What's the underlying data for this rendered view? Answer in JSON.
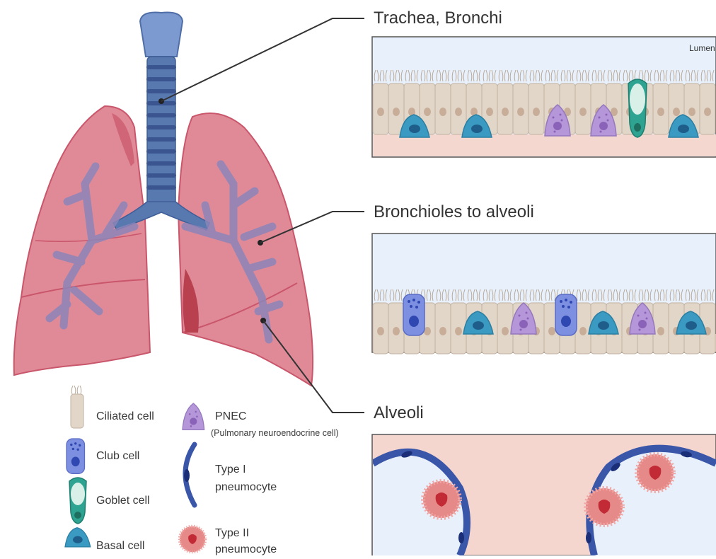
{
  "sections": [
    {
      "id": "trachea",
      "title": "Trachea, Bronchi",
      "lumen_label": "Lumen"
    },
    {
      "id": "bronchioles",
      "title": "Bronchioles to alveoli"
    },
    {
      "id": "alveoli",
      "title": "Alveoli"
    }
  ],
  "legend": [
    {
      "id": "ciliated",
      "label": "Ciliated cell",
      "label2": "",
      "icon": "ciliated-cell-icon"
    },
    {
      "id": "club",
      "label": "Club cell",
      "label2": "",
      "icon": "club-cell-icon"
    },
    {
      "id": "goblet",
      "label": "Goblet cell",
      "label2": "",
      "icon": "goblet-cell-icon"
    },
    {
      "id": "basal",
      "label": "Basal cell",
      "label2": "",
      "icon": "basal-cell-icon"
    },
    {
      "id": "pnec",
      "label": "PNEC",
      "label2": "(Pulmonary neuroendocrine cell)",
      "icon": "pnec-icon"
    },
    {
      "id": "type1",
      "label": "Type I",
      "label2": "pneumocyte",
      "icon": "type-1-pneumocyte-icon"
    },
    {
      "id": "type2",
      "label": "Type II",
      "label2": "pneumocyte",
      "icon": "type-2-pneumocyte-icon"
    }
  ],
  "colors": {
    "lung": "#e08a98",
    "lung_dark": "#c9566a",
    "trachea": "#5878b0",
    "bronchi_tree": "#8c85b8",
    "lumen": "#e8f1fb",
    "basement": "#f4d8d0",
    "ciliated": "#e2d6c8",
    "club": "#7d8fe0",
    "goblet": "#2fa392",
    "basal": "#3a9ac2",
    "pnec": "#b596d8",
    "type1": "#3a56a8",
    "type2": "#e58a88",
    "alveolar_bg": "#f5d6ce",
    "connector": "#333333"
  }
}
